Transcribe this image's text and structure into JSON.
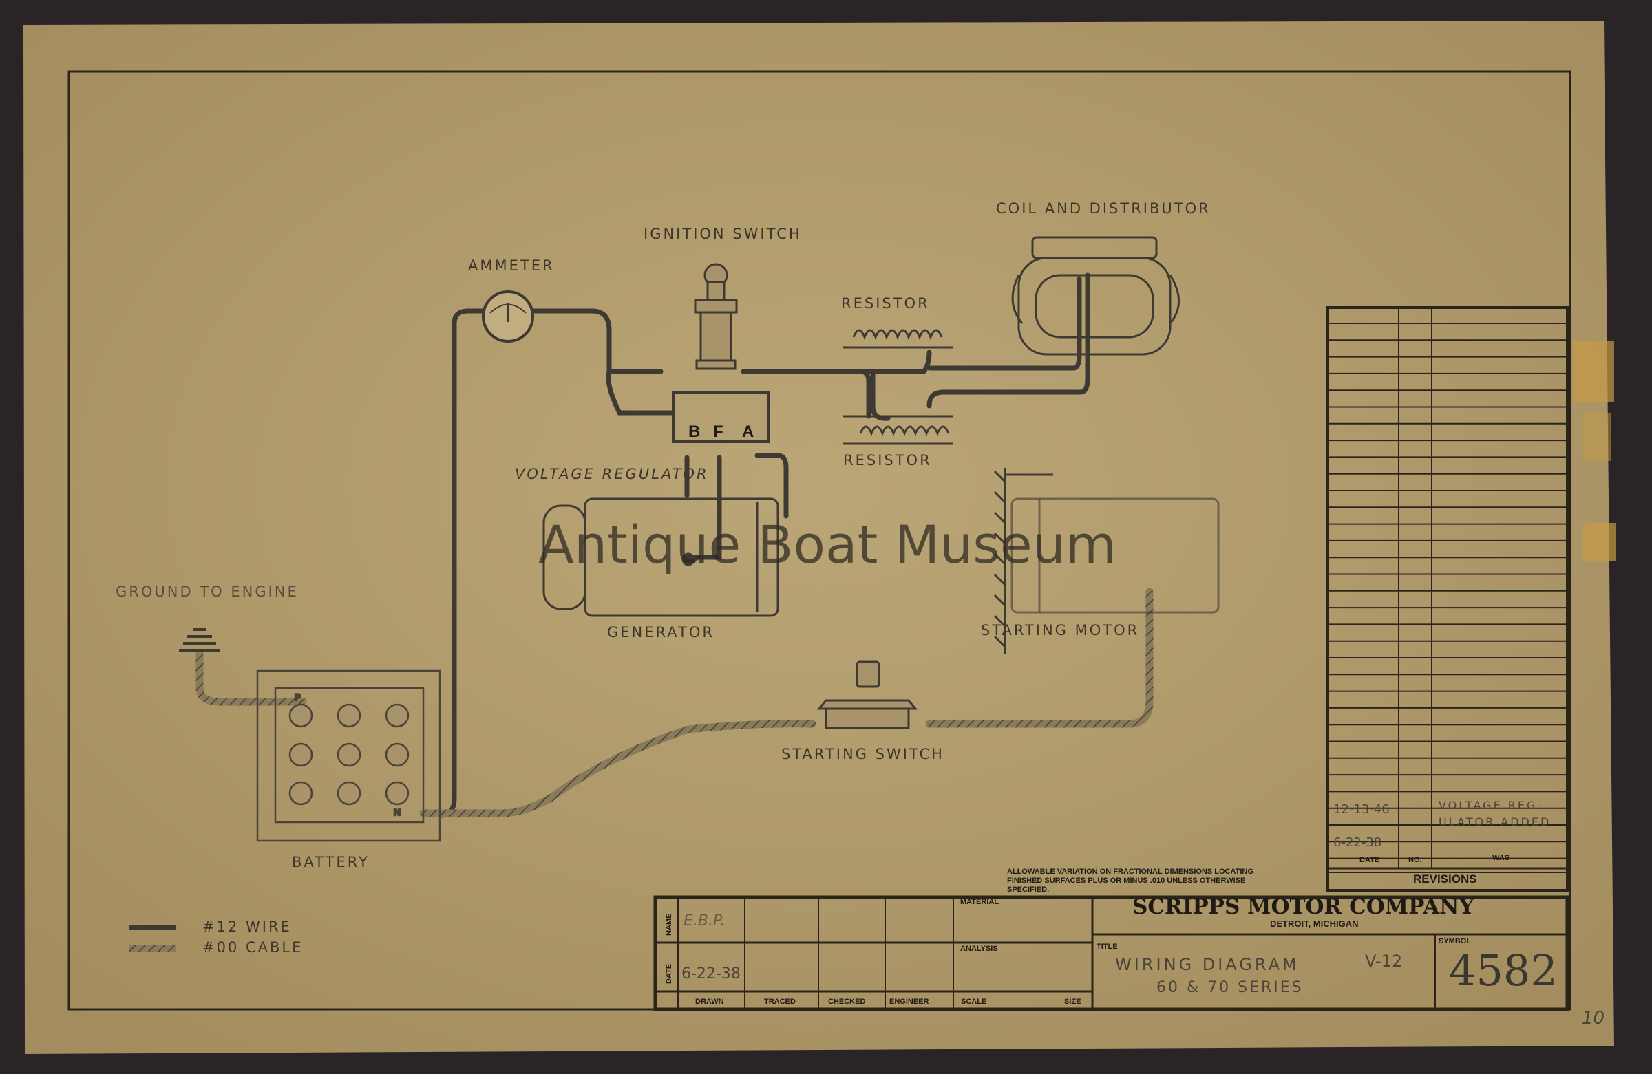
{
  "watermark": "Antique Boat Museum",
  "components": {
    "ammeter": "AMMETER",
    "ignition_switch": "IGNITION SWITCH",
    "coil_distributor": "COIL AND DISTRIBUTOR",
    "resistor_top": "RESISTOR",
    "resistor_bottom": "RESISTOR",
    "voltage_regulator": "VOLTAGE REGULATOR",
    "regulator_terminals": [
      "B",
      "F",
      "A"
    ],
    "generator": "GENERATOR",
    "starting_motor": "STARTING MOTOR",
    "ground": "GROUND TO ENGINE",
    "battery": "BATTERY",
    "starting_switch": "STARTING SWITCH",
    "battery_terminals": [
      "P",
      "N"
    ]
  },
  "legend": [
    {
      "label": "#12 WIRE"
    },
    {
      "label": "#00 CABLE"
    }
  ],
  "note": [
    "ALLOWABLE VARIATION ON FRACTIONAL DIMENSIONS LOCATING",
    "FINISHED SURFACES PLUS OR MINUS .010 UNLESS OTHERWISE",
    "SPECIFIED."
  ],
  "revisions": {
    "title": "REVISIONS",
    "headers": [
      "DATE",
      "NO.",
      "WAS"
    ],
    "rows": [
      {
        "date": "12-13-46",
        "no": "",
        "was": "VOLTAGE REG-"
      },
      {
        "date": "",
        "no": "",
        "was": "ULATOR ADDED"
      },
      {
        "date": "6-22-38",
        "no": "",
        "was": ""
      }
    ]
  },
  "title_block": {
    "name_label": "NAME",
    "date_label": "DATE",
    "name_value": "E.B.P.",
    "date_value": "6-22-38",
    "columns": [
      "DRAWN",
      "TRACED",
      "CHECKED",
      "ENGINEER",
      "SCALE",
      "SIZE"
    ],
    "material_label": "MATERIAL",
    "analysis_label": "ANALYSIS",
    "company": "SCRIPPS MOTOR COMPANY",
    "location": "DETROIT, MICHIGAN",
    "title_label": "TITLE",
    "title_line1": "WIRING DIAGRAM",
    "title_model": "V-12",
    "title_line2": "60 & 70 SERIES",
    "symbol_label": "SYMBOL",
    "symbol": "4582"
  },
  "page_mark": "10",
  "colors": {
    "paper": "#b59f72",
    "ink": "#2e2820",
    "background": "#2a2426"
  }
}
